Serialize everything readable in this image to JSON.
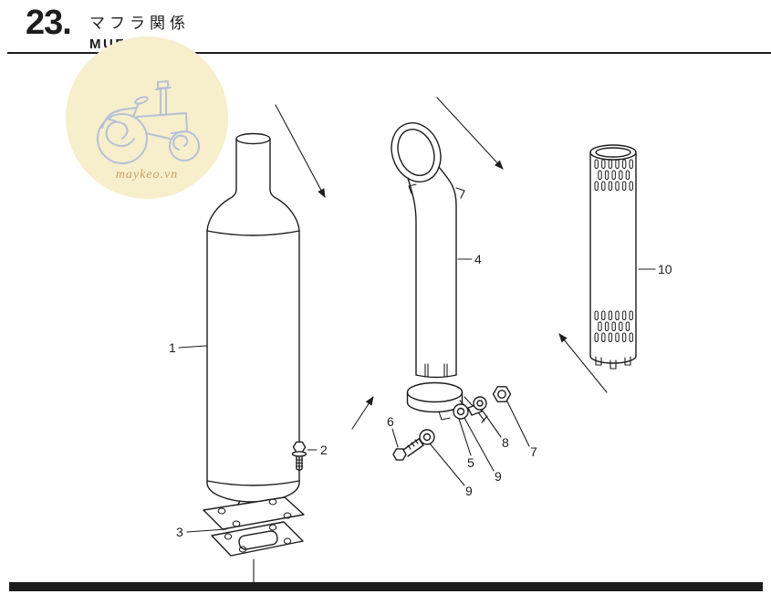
{
  "header": {
    "section_number": "23.",
    "title_jp": "マフラ関係",
    "title_en": "MUFFLER"
  },
  "watermark": {
    "text": "maykeo.vn"
  },
  "labels": [
    {
      "text": "1"
    },
    {
      "text": "2"
    },
    {
      "text": "3"
    },
    {
      "text": "4"
    },
    {
      "text": "5"
    },
    {
      "text": "6"
    },
    {
      "text": "7"
    },
    {
      "text": "8"
    },
    {
      "text": "9"
    },
    {
      "text": "9"
    },
    {
      "text": "10"
    }
  ],
  "colors": {
    "paper": "#ffffff",
    "ink": "#1d1d1d",
    "watermark-bg": "#f7eecb",
    "watermark-ink": "#b6c1d8",
    "watermark-text": "#c99f63"
  }
}
